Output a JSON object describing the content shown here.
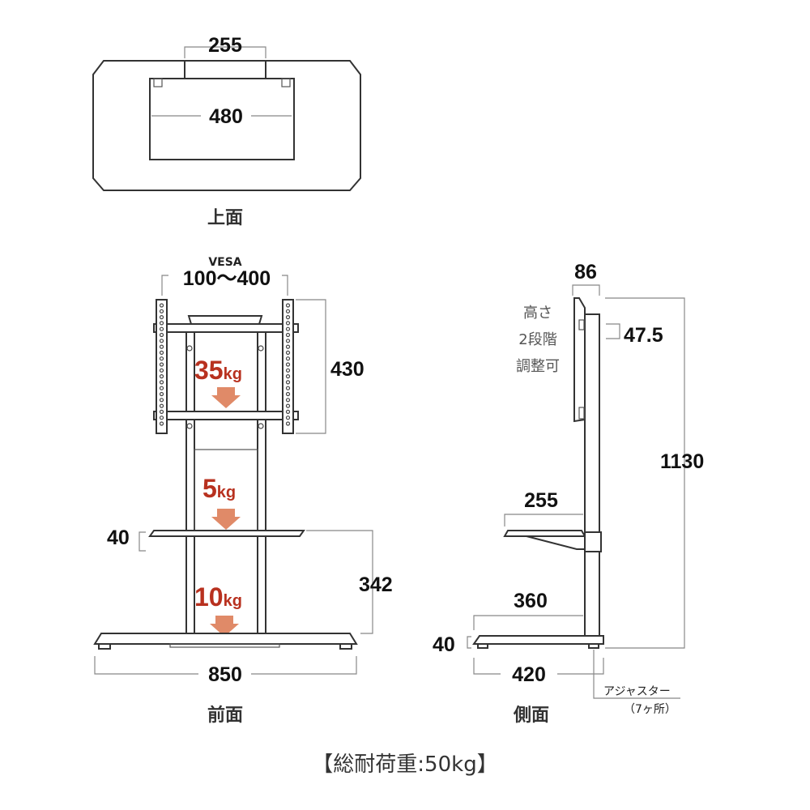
{
  "top_view": {
    "width_bracket": "255",
    "width_mount": "480",
    "label": "上面"
  },
  "front_view": {
    "vesa_label": "VESA",
    "vesa_range": "100〜400",
    "height_mount": "430",
    "load_top": "35",
    "load_mid": "5",
    "load_bottom": "10",
    "unit": "kg",
    "shelf_thickness": "40",
    "shelf_height": "342",
    "base_width": "850",
    "label": "前面"
  },
  "side_view": {
    "depth_mount": "86",
    "note_line1": "高さ",
    "note_line2": "2段階",
    "note_line3": "調整可",
    "adjust_step": "47.5",
    "total_height": "1130",
    "shelf_depth": "255",
    "base_inner_depth": "360",
    "base_thickness": "40",
    "base_depth": "420",
    "adjuster_label": "アジャスター",
    "adjuster_count": "（7ヶ所）",
    "label": "側面"
  },
  "total_load": "【総耐荷重:50kg】",
  "colors": {
    "load_text": "#b8311f",
    "arrow": "#e08a68"
  }
}
